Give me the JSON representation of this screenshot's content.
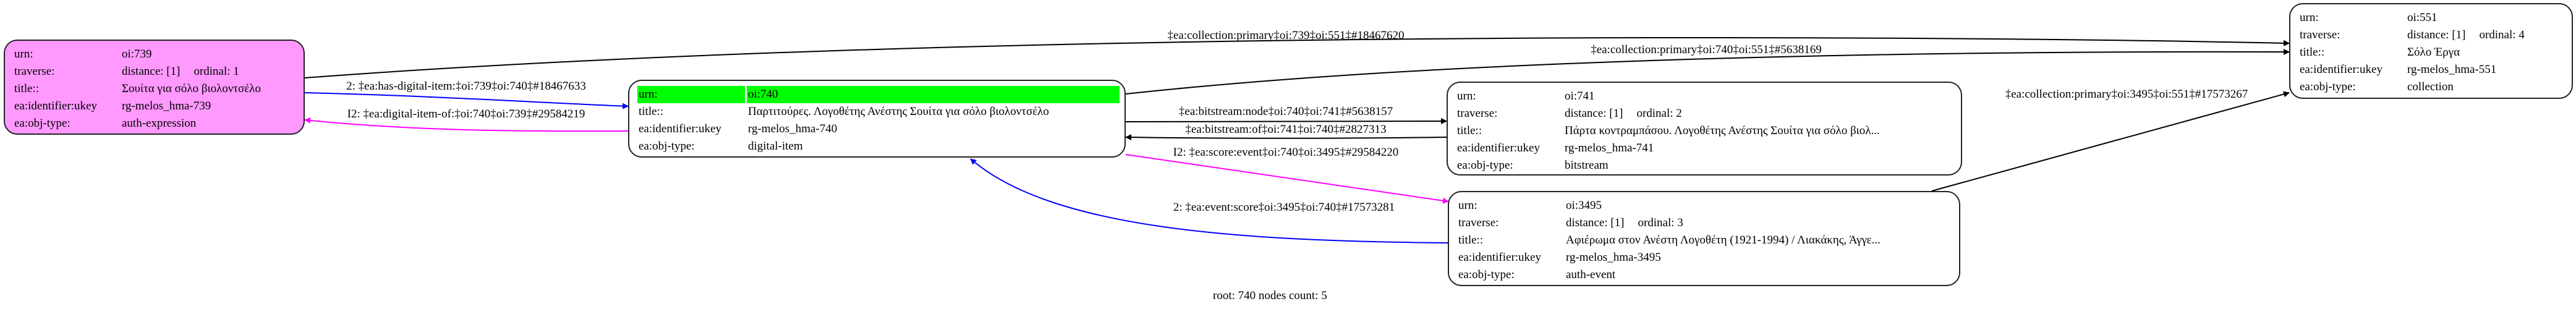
{
  "colors": {
    "root_fill": "#ff99ff",
    "highlight": "#00ff00",
    "blue_edge": "#0000ff",
    "magenta_edge": "#ff00ff",
    "black_edge": "#000000"
  },
  "nodes": {
    "n739": {
      "urn_label": "urn:",
      "urn": "oi:739",
      "traverse_label": "traverse:",
      "distance": "distance: [1]",
      "ordinal": "ordinal: 1",
      "title_label": "title::",
      "title": "Σουίτα για σόλο βιολοντσέλο",
      "ukey_label": "ea:identifier:ukey",
      "ukey": "rg-melos_hma-739",
      "type_label": "ea:obj-type:",
      "type": "auth-expression"
    },
    "n740": {
      "urn_label": "urn:",
      "urn": "oi:740",
      "title_label": "title::",
      "title": "Παρτιτούρες. Λογοθέτης Ανέστης Σουίτα για σόλο βιολοντσέλο",
      "ukey_label": "ea:identifier:ukey",
      "ukey": "rg-melos_hma-740",
      "type_label": "ea:obj-type:",
      "type": "digital-item"
    },
    "n741": {
      "urn_label": "urn:",
      "urn": "oi:741",
      "traverse_label": "traverse:",
      "distance": "distance: [1]",
      "ordinal": "ordinal: 2",
      "title_label": "title::",
      "title": "Πάρτα κοντραμπάσου. Λογοθέτης Ανέστης Σουίτα για σόλο βιολ...",
      "ukey_label": "ea:identifier:ukey",
      "ukey": "rg-melos_hma-741",
      "type_label": "ea:obj-type:",
      "type": "bitstream"
    },
    "n3495": {
      "urn_label": "urn:",
      "urn": "oi:3495",
      "traverse_label": "traverse:",
      "distance": "distance: [1]",
      "ordinal": "ordinal: 3",
      "title_label": "title::",
      "title": "Αφιέρωμα στον Ανέστη Λογοθέτη (1921-1994) / Λιακάκης, Άγγε...",
      "ukey_label": "ea:identifier:ukey",
      "ukey": "rg-melos_hma-3495",
      "type_label": "ea:obj-type:",
      "type": "auth-event"
    },
    "n551": {
      "urn_label": "urn:",
      "urn": "oi:551",
      "traverse_label": "traverse:",
      "distance": "distance: [1]",
      "ordinal": "ordinal: 4",
      "title_label": "title::",
      "title": "Σόλο Έργα",
      "ukey_label": "ea:identifier:ukey",
      "ukey": "rg-melos_hma-551",
      "type_label": "ea:obj-type:",
      "type": "collection"
    }
  },
  "edges": {
    "e739_551": "‡ea:collection:primary‡oi:739‡oi:551‡#18467620",
    "e740_551": "‡ea:collection:primary‡oi:740‡oi:551‡#5638169",
    "e739_740": "2: ‡ea:has-digital-item:‡oi:739‡oi:740‡#18467633",
    "e740_739": "I2: ‡ea:digital-item-of:‡oi:740‡oi:739‡#29584219",
    "e740_741": "‡ea:bitstream:node‡oi:740‡oi:741‡#5638157",
    "e741_740": "‡ea:bitstream:of‡oi:741‡oi:740‡#2827313",
    "e740_3495": "I2: ‡ea:score:event‡oi:740‡oi:3495‡#29584220",
    "e3495_740": "2: ‡ea:event:score‡oi:3495‡oi:740‡#17573281",
    "e3495_551": "‡ea:collection:primary‡oi:3495‡oi:551‡#17573267"
  },
  "footer": "root: 740 nodes count: 5"
}
